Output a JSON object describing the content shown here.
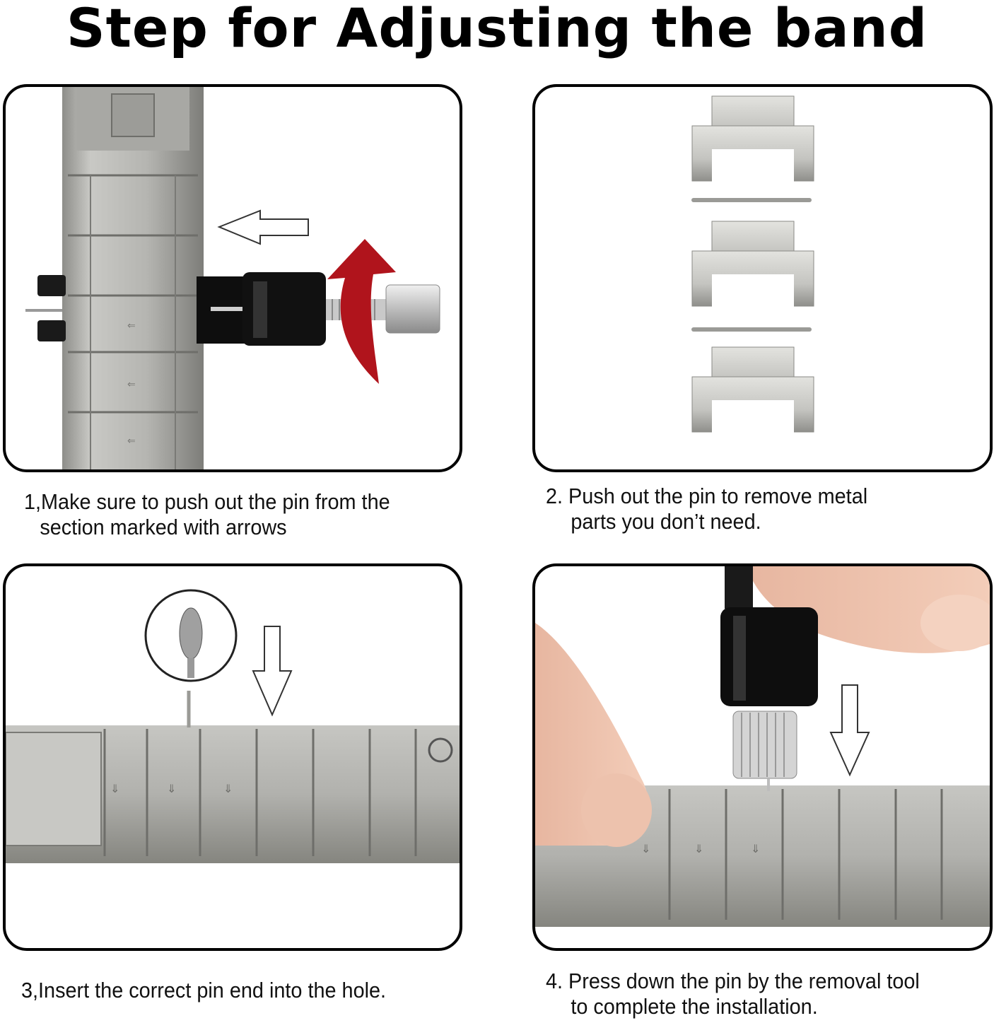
{
  "title": "Step for Adjusting the band",
  "steps": [
    {
      "line1": "1,Make sure to push out the pin from the",
      "line2": "section marked with arrows"
    },
    {
      "line1": "2. Push out the pin to remove metal",
      "line2": "parts you don’t need."
    },
    {
      "line1": "3,Insert the correct pin end into the hole.",
      "line2": ""
    },
    {
      "line1": "4. Press down the pin by the removal tool",
      "line2": "to complete the installation."
    }
  ],
  "colors": {
    "arrow_red": "#b0141c",
    "metal": "#b9b9b5",
    "tool_black": "#111111"
  }
}
